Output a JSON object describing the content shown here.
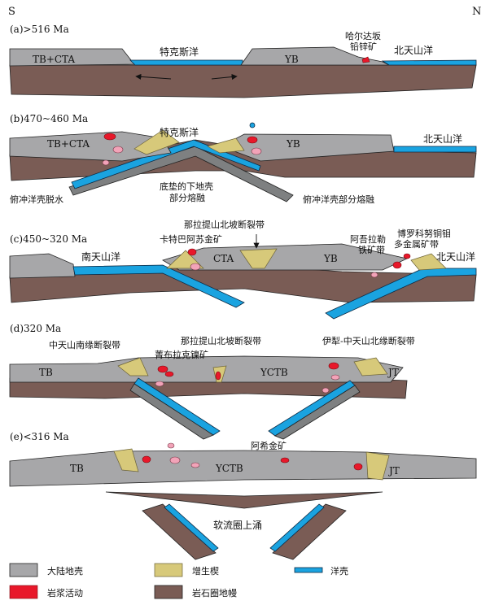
{
  "compass": {
    "south": "S",
    "north": "N"
  },
  "panels": [
    {
      "id": "a",
      "stage": "(a)>516 Ma",
      "labels": {
        "tb_cta": "TB+CTA",
        "tekes": "特克斯洋",
        "yb": "YB",
        "deposit_1": "哈尔达坂",
        "deposit_2": "铅锌矿",
        "ntso": "北天山洋"
      }
    },
    {
      "id": "b",
      "stage": "(b)470~460 Ma",
      "labels": {
        "tekes": "特克斯洋",
        "tb_cta": "TB+CTA",
        "yb": "YB",
        "ntso": "北天山洋",
        "dehydration": "俯冲洋壳脱水",
        "lower_crust_1": "底垫的下地壳",
        "lower_crust_2": "部分熔融",
        "partial_melt": "俯冲洋壳部分熔融"
      }
    },
    {
      "id": "c",
      "stage": "(c)450~320 Ma",
      "labels": {
        "fault": "那拉提山北坡断裂带",
        "katebaasu": "卡特巴阿苏金矿",
        "stso": "南天山洋",
        "cta": "CTA",
        "yb": "YB",
        "awulale_1": "阿吾拉勒",
        "awulale_2": "铁矿带",
        "boluo_1": "博罗科努铜钼",
        "boluo_2": "多金属矿带",
        "ntso": "北天山洋"
      }
    },
    {
      "id": "d",
      "stage": "(d)320 Ma",
      "labels": {
        "south_fault": "中天山南缘断裂带",
        "fault": "那拉提山北坡断裂带",
        "yili_fault": "伊犁-中天山北缘断裂带",
        "jingbulake": "菁布拉克镍矿",
        "tb": "TB",
        "yctb": "YCTB",
        "jt": "JT"
      }
    },
    {
      "id": "e",
      "stage": "(e)<316 Ma",
      "labels": {
        "axi": "阿希金矿",
        "tb": "TB",
        "yctb": "YCTB",
        "jt": "JT",
        "upwelling": "软流圈上涌"
      }
    }
  ],
  "legend": [
    {
      "key": "continental_crust",
      "label": "大陆地壳",
      "color": "#a7a7a9"
    },
    {
      "key": "accretionary_wedge",
      "label": "增生楔",
      "color": "#d7c97a"
    },
    {
      "key": "oceanic_crust",
      "label": "洋壳",
      "color": "#1aa3e0"
    },
    {
      "key": "magmatism",
      "label": "岩浆活动",
      "color": "#e8182a"
    },
    {
      "key": "lithospheric_mantle",
      "label": "岩石圈地幔",
      "color": "#7a5c55"
    }
  ]
}
